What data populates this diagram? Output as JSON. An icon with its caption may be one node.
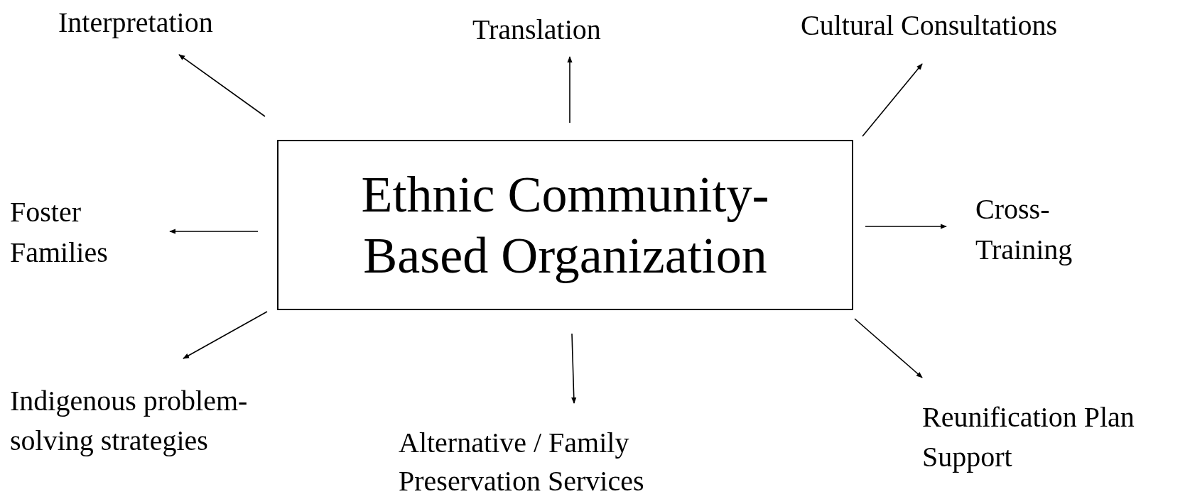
{
  "diagram": {
    "nodes": [
      {
        "text": [
          "Interpretation"
        ]
      },
      {
        "text": [
          "Translation"
        ]
      },
      {
        "text": [
          "Cultural Consultations"
        ]
      },
      {
        "text": [
          "Foster Families"
        ]
      },
      {
        "text": [
          "Ethnic Community- Based Organization"
        ]
      },
      {
        "text": [
          "Cross- Training"
        ]
      },
      {
        "text": [
          "Indigenous problem-solving strategies"
        ]
      },
      {
        "text": [
          "Alternative / Family Preservation Services"
        ]
      },
      {
        "text": [
          "Reunification Plan Support"
        ]
      }
    ],
    "edges": [
      {
        "from": 4,
        "to": 0,
        "arrow": "to"
      },
      {
        "from": 4,
        "to": 1,
        "arrow": "to"
      },
      {
        "from": 4,
        "to": 2,
        "arrow": "to"
      },
      {
        "from": 4,
        "to": 3,
        "arrow": "to"
      },
      {
        "from": 4,
        "to": 5,
        "arrow": "to"
      },
      {
        "from": 4,
        "to": 6,
        "arrow": "to"
      },
      {
        "from": 4,
        "to": 7,
        "arrow": "to"
      },
      {
        "from": 4,
        "to": 8,
        "arrow": "to"
      }
    ]
  }
}
